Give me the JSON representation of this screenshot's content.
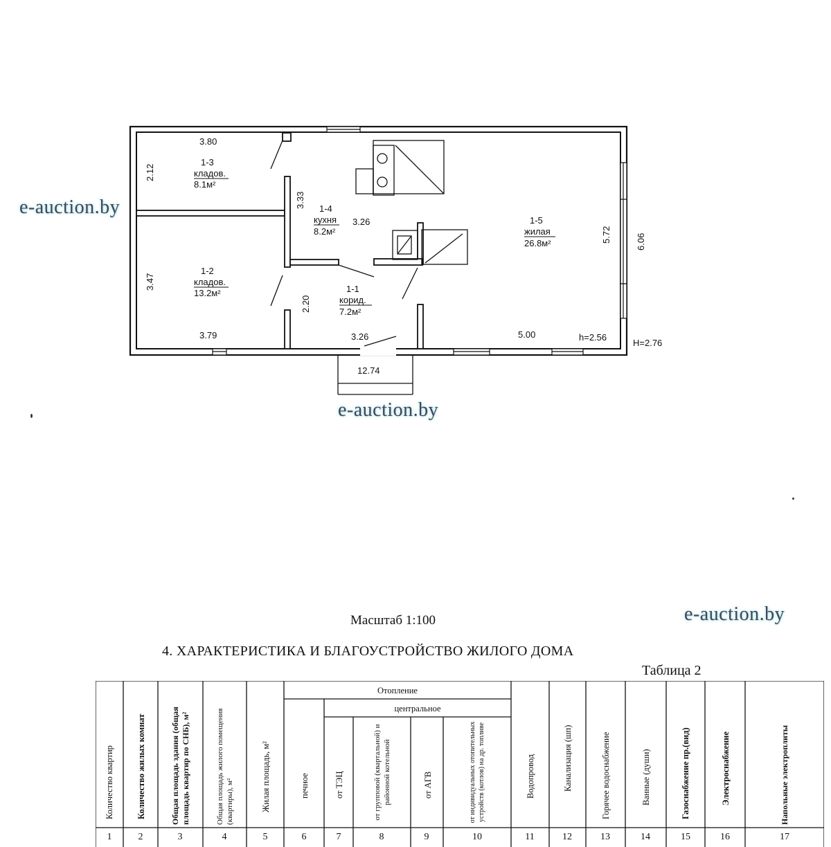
{
  "watermarks": {
    "left": "e-auction.by",
    "center": "e-auction.by",
    "right": "e-auction.by"
  },
  "plan": {
    "rooms": [
      {
        "id": "1-3",
        "name": "кладов.",
        "area": "8.1м²"
      },
      {
        "id": "1-2",
        "name": "кладов.",
        "area": "13.2м²"
      },
      {
        "id": "1-4",
        "name": "кухня",
        "area": "8.2м²"
      },
      {
        "id": "1-1",
        "name": "корид.",
        "area": "7.2м²"
      },
      {
        "id": "1-5",
        "name": "жилая",
        "area": "26.8м²"
      }
    ],
    "dimensions": {
      "top_left_width": "3.80",
      "left_upper_height": "2.12",
      "left_lower_height": "3.47",
      "kitchen_height": "3.33",
      "kitchen_width": "3.26",
      "corridor_height": "2.20",
      "bottom_left_width": "3.79",
      "bottom_corridor_width": "3.26",
      "bottom_right_width": "5.00",
      "right_inner_height": "5.72",
      "right_outer_height": "6.06",
      "porch_width": "12.74"
    },
    "ceiling_h": "h=2.56",
    "floor_H": "H=2.76"
  },
  "scale_label": "Масштаб 1:100",
  "section_heading": "4. ХАРАКТЕРИСТИКА И БЛАГОУСТРОЙСТВО ЖИЛОГО ДОМА",
  "table_number": "Таблица 2",
  "table": {
    "group_heating": "Отопление",
    "group_central": "центральное",
    "columns": [
      "Количество квартир",
      "Количество жилых комнат",
      "Общая площадь здания (общая площадь квартир по СНБ), м²",
      "Общая площадь жилого помещения (квартиры), м²",
      "Жилая площадь, м²",
      "печное",
      "от ТЭЦ",
      "от групповой (квартальной) и районной котельной",
      "от АГВ",
      "от индивидуальных отопительных устройств (котлов) на др. топливе",
      "Водопровод",
      "Канализация (шп)",
      "Горячее водоснабжение",
      "Ванные (души)",
      "Газоснабжение пр.(вид)",
      "Электроснабжение",
      "Напольные электроплиты"
    ],
    "numbers": [
      "1",
      "2",
      "3",
      "4",
      "5",
      "6",
      "7",
      "8",
      "9",
      "10",
      "11",
      "12",
      "13",
      "14",
      "15",
      "16",
      "17"
    ]
  }
}
